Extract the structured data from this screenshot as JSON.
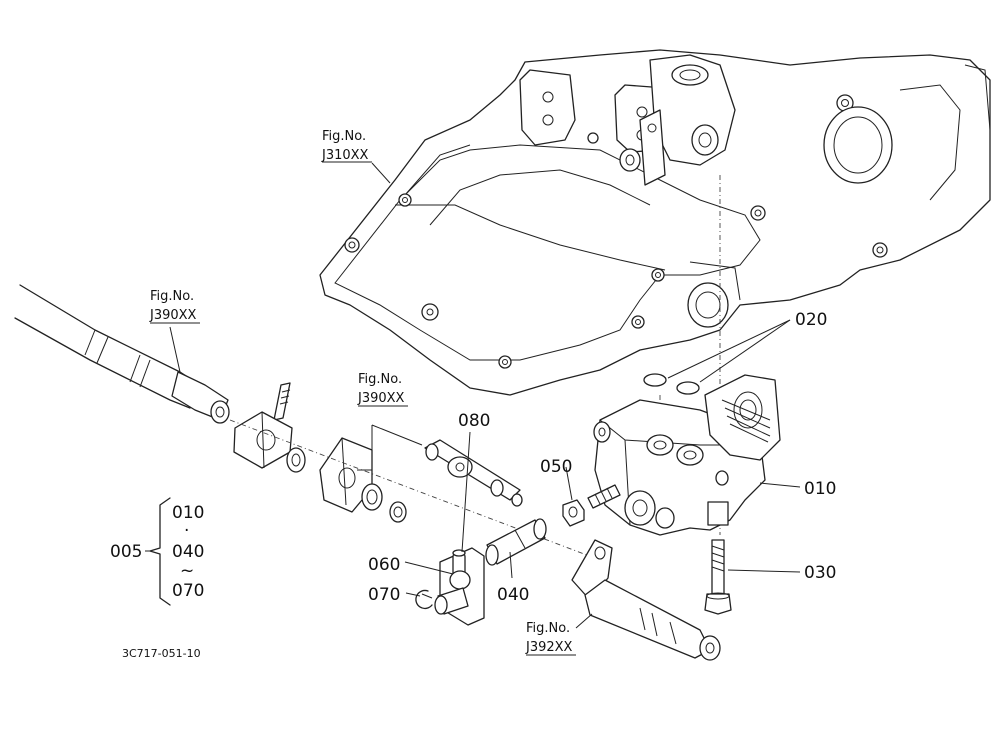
{
  "fig_refs": {
    "j310": {
      "line1": "Fig.No.",
      "line2": "J310XX"
    },
    "j390a": {
      "line1": "Fig.No.",
      "line2": "J390XX"
    },
    "j390b": {
      "line1": "Fig.No.",
      "line2": "J390XX"
    },
    "j392": {
      "line1": "Fig.No.",
      "line2": "J392XX"
    }
  },
  "parts": {
    "p010": "010",
    "p020": "020",
    "p030": "030",
    "p040": "040",
    "p050": "050",
    "p060": "060",
    "p070": "070",
    "p080": "080"
  },
  "assembly": {
    "label": "005",
    "range_start": "010",
    "dot": "·",
    "range_mid": "040",
    "tilde": "~",
    "range_end": "070"
  },
  "drawing_code": "3C717-051-10"
}
